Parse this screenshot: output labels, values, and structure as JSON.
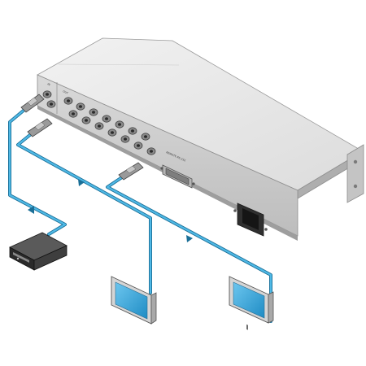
{
  "diagram": {
    "device_labels": {
      "input_group": "IN",
      "output_group": "OUT",
      "remote_port": "REMOTE RS-232"
    },
    "colors": {
      "cable": "#3aa6d6",
      "cable_outline": "#1b6f97",
      "chassis_top": "#e9e9e9",
      "chassis_front": "#cfcfcf",
      "chassis_side": "#b9b9b9",
      "screen": "#2fa3da",
      "monitor_body": "#d8d8d8",
      "player_body": "#3a3a3a"
    },
    "icons": [
      "rack-mount-distribution-amplifier",
      "bnc-connector",
      "db-connector",
      "power-inlet",
      "video-source-player",
      "display-monitor",
      "signal-arrow"
    ]
  }
}
